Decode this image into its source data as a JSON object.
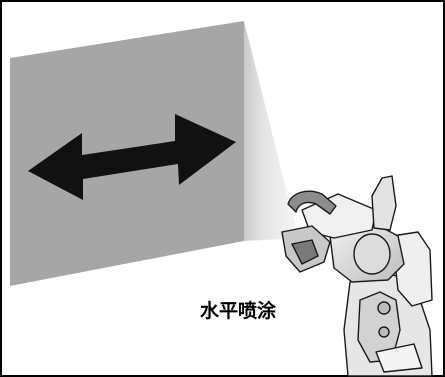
{
  "caption": "水平喷涂",
  "colors": {
    "wall": "#a6a6a6",
    "arrow": "#111111",
    "robot_body": "#e6e6e6",
    "robot_shadow": "#9a9a9a",
    "outline": "#1a1a1a",
    "border": "#000000"
  },
  "icons": {
    "arrow": "double-headed-horizontal-arrow",
    "robot": "painting-robot-arm"
  }
}
